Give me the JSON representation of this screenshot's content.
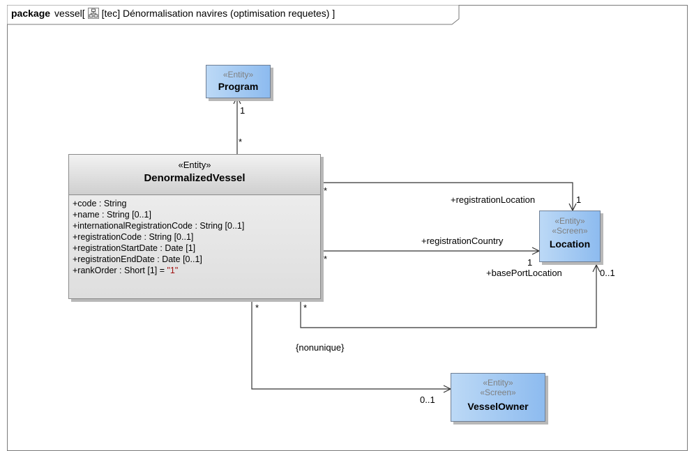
{
  "package_tab": {
    "keyword": "package",
    "name_prefix": "vessel[",
    "diagram_title": "[tec] Dénormalisation navires (optimisation requetes) ]"
  },
  "classes": {
    "program": {
      "stereotype": "«Entity»",
      "name": "Program"
    },
    "denormalized_vessel": {
      "stereotype": "«Entity»",
      "name": "DenormalizedVessel",
      "attributes": [
        {
          "name": "+code",
          "type": " : String",
          "default": ""
        },
        {
          "name": "+name",
          "type": " : String [0..1]",
          "default": ""
        },
        {
          "name": "+internationalRegistrationCode",
          "type": " : String [0..1]",
          "default": ""
        },
        {
          "name": "+registrationCode",
          "type": " : String [0..1]",
          "default": ""
        },
        {
          "name": "+registrationStartDate",
          "type": " : Date [1]",
          "default": ""
        },
        {
          "name": "+registrationEndDate",
          "type": " : Date [0..1]",
          "default": ""
        },
        {
          "name": "+rankOrder",
          "type": " : Short [1] = ",
          "default": "\"1\""
        }
      ]
    },
    "location": {
      "stereotype1": "«Entity»",
      "stereotype2": "«Screen»",
      "name": "Location"
    },
    "vessel_owner": {
      "stereotype1": "«Entity»",
      "stereotype2": "«Screen»",
      "name": "VesselOwner"
    }
  },
  "association_labels": {
    "program_mult_one": "1",
    "program_mult_many": "*",
    "reg_location_role": "+registrationLocation",
    "reg_location_mult": "1",
    "reg_location_src": "*",
    "reg_country_role": "+registrationCountry",
    "reg_country_mult": "1",
    "reg_country_src": "*",
    "base_port_role": "+basePortLocation",
    "base_port_mult": "0..1",
    "base_port_src": "*",
    "owner_src": "*",
    "owner_mult": "0..1",
    "owner_constraint": "{nonunique}"
  },
  "colors": {
    "entity_gradient_start": "#bcd9f6",
    "entity_gradient_end": "#8dbbef",
    "line": "#333333"
  }
}
